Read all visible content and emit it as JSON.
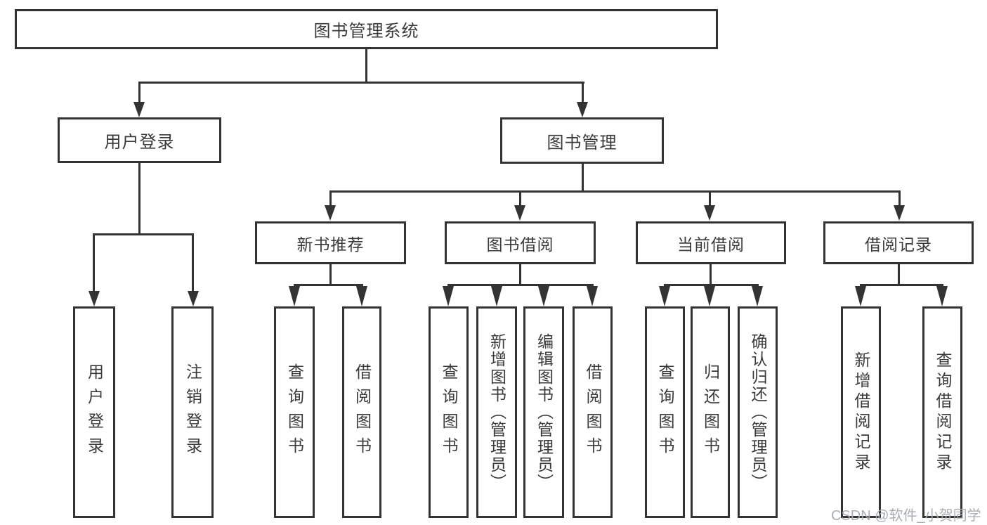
{
  "tree": {
    "label": "图书管理系统",
    "children": [
      {
        "label": "用户登录",
        "children": [
          {
            "label": "用户登录"
          },
          {
            "label": "注销登录"
          }
        ]
      },
      {
        "label": "图书管理",
        "children": [
          {
            "label": "新书推荐",
            "children": [
              {
                "label": "查询图书"
              },
              {
                "label": "借阅图书"
              }
            ]
          },
          {
            "label": "图书借阅",
            "children": [
              {
                "label": "查询图书"
              },
              {
                "label": "新增图书（管理员）"
              },
              {
                "label": "编辑图书（管理员）"
              },
              {
                "label": "借阅图书"
              }
            ]
          },
          {
            "label": "当前借阅",
            "children": [
              {
                "label": "查询图书"
              },
              {
                "label": "归还图书"
              },
              {
                "label": "确认归还（管理员）"
              }
            ]
          },
          {
            "label": "借阅记录",
            "children": [
              {
                "label": "新增借阅记录"
              },
              {
                "label": "查询借阅记录"
              }
            ]
          }
        ]
      }
    ]
  },
  "watermark": "CSDN @软件_小贺同学",
  "colors": {
    "line": "#333333",
    "text": "#3a3a3a",
    "watermark": "#a9aeb4",
    "background": "#ffffff"
  }
}
